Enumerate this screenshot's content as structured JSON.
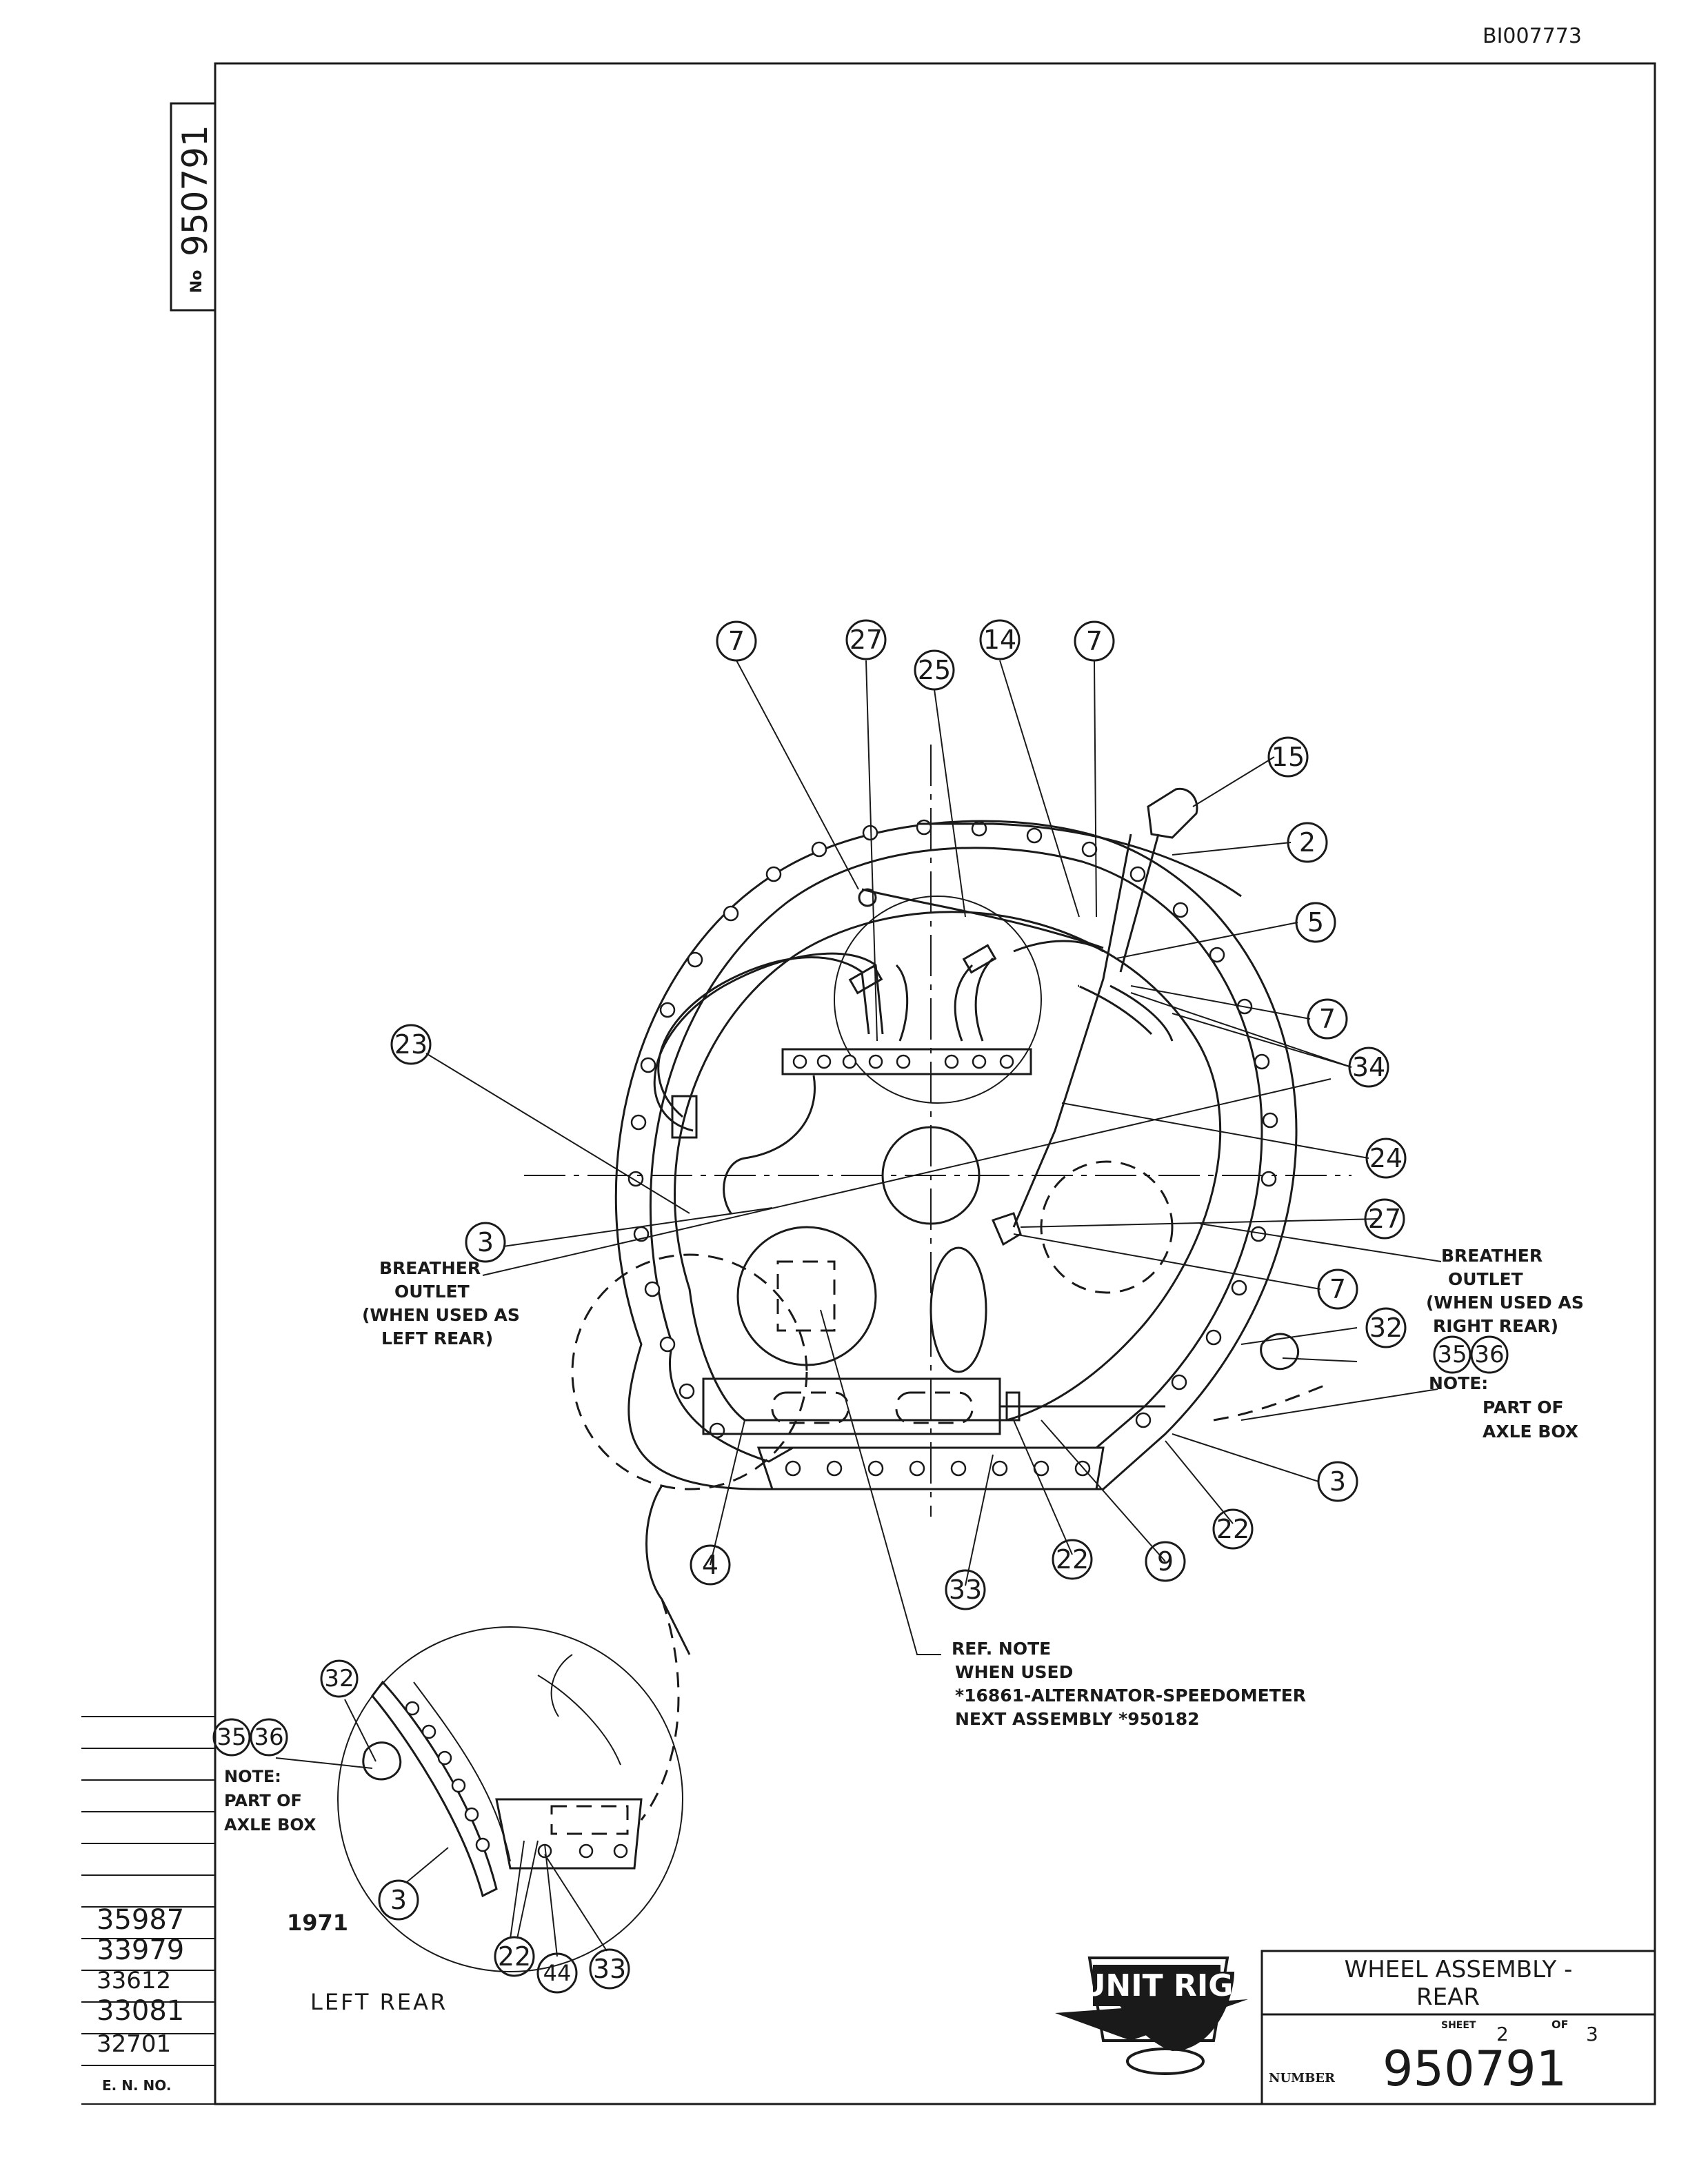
{
  "header": {
    "doc_id": "BI007773",
    "side_number_prefix": "No",
    "side_number": "950791"
  },
  "callouts": {
    "c7a": "7",
    "c27a": "27",
    "c25": "25",
    "c14": "14",
    "c7b": "7",
    "c15": "15",
    "c2": "2",
    "c5": "5",
    "c7c": "7",
    "c34": "34",
    "c23": "23",
    "c24": "24",
    "c27b": "27",
    "c3a": "3",
    "c7d": "7",
    "c32a": "32",
    "c35a": "35",
    "c36a": "36",
    "c3b": "3",
    "c22a": "22",
    "c9": "9",
    "c22b": "22",
    "c33a": "33",
    "c4": "4",
    "c32b": "32",
    "c35b": "35",
    "c36b": "36",
    "c3c": "3",
    "c22c": "22",
    "c44": "44",
    "c33b": "33"
  },
  "notes": {
    "breather_left": [
      "BREATHER",
      "OUTLET",
      "(WHEN USED AS",
      "LEFT REAR)"
    ],
    "breather_right": [
      "BREATHER",
      "OUTLET",
      "(WHEN USED AS",
      "RIGHT REAR)"
    ],
    "axle_box_right": [
      "NOTE:",
      "PART OF",
      "AXLE BOX"
    ],
    "axle_box_left": [
      "NOTE:",
      "PART OF",
      "AXLE BOX"
    ],
    "ref_note": [
      "REF. NOTE",
      "WHEN USED",
      "*16861-ALTERNATOR-SPEEDOMETER",
      "NEXT ASSEMBLY *950182"
    ],
    "left_rear_label": "LEFT REAR"
  },
  "revision_block": {
    "entries": [
      "35987",
      "33979",
      "33612",
      "33081",
      "32701"
    ],
    "year": "1971",
    "footer_label": "E. N. NO."
  },
  "title_block": {
    "logo_text": "UNIT RIG",
    "title_line1": "WHEEL ASSEMBLY -",
    "title_line2": "REAR",
    "sheet_label": "SHEET",
    "sheet_number": "2",
    "of_label": "OF",
    "sheet_total": "3",
    "number_label": "NUMBER",
    "drawing_number": "950791"
  }
}
